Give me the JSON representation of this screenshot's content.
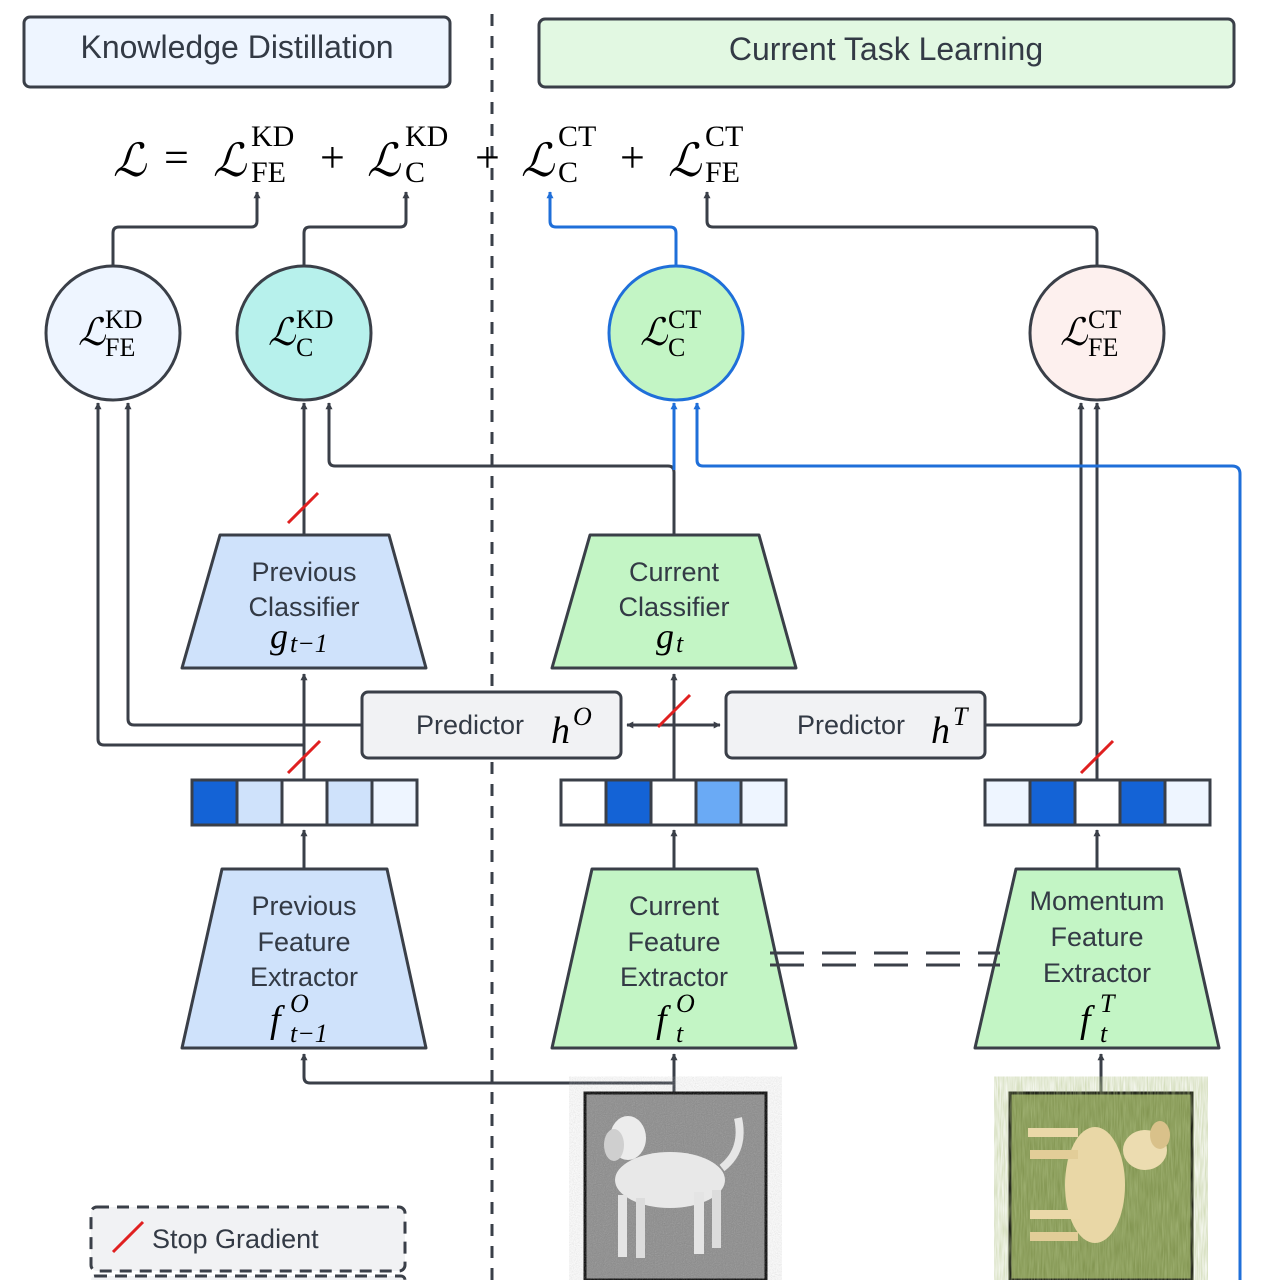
{
  "sections": {
    "left_title": "Knowledge Distillation",
    "right_title": "Current Task Learning"
  },
  "equation": {
    "lhs": "ℒ",
    "eq": "=",
    "plus": "+",
    "kd": "KD",
    "ct": "CT",
    "fe": "FE",
    "c": "C"
  },
  "loss_nodes": {
    "script": "ℒ",
    "kd": "KD",
    "ct": "CT",
    "fe": "FE",
    "c": "C"
  },
  "classifiers": {
    "previous": {
      "line1": "Previous",
      "line2": "Classifier",
      "sym": "g",
      "sub": "t−1"
    },
    "current": {
      "line1": "Current",
      "line2": "Classifier",
      "sym": "g",
      "sub": "t"
    }
  },
  "predictors": {
    "left": {
      "label": "Predictor",
      "sym": "h",
      "sup": "O"
    },
    "right": {
      "label": "Predictor",
      "sym": "h",
      "sup": "T"
    }
  },
  "extractors": {
    "previous": {
      "line1": "Previous",
      "line2": "Feature",
      "line3": "Extractor",
      "sym": "f",
      "sup": "O",
      "sub": "t−1"
    },
    "current": {
      "line1": "Current",
      "line2": "Feature",
      "line3": "Extractor",
      "sym": "f",
      "sup": "O",
      "sub": "t"
    },
    "momentum": {
      "line1": "Momentum",
      "line2": "Feature",
      "line3": "Extractor",
      "sym": "f",
      "sup": "T",
      "sub": "t"
    }
  },
  "legend": {
    "stop_gradient": "Stop Gradient"
  },
  "colors": {
    "kd_box": "#eef5ff",
    "ct_box": "#e2f8e2",
    "blue_trap": "#cfe2fb",
    "green_trap": "#c3f5c5",
    "teal_node": "#b7f1ec",
    "blue_arrow": "#1f6fd9",
    "dark_line": "#3a3f48",
    "stop_red": "#e02020"
  },
  "feature_vectors": {
    "previous": [
      "#1463d6",
      "#cfe2fb",
      "#ffffff",
      "#cfe2fb",
      "#eef5ff"
    ],
    "current": [
      "#ffffff",
      "#1463d6",
      "#ffffff",
      "#6aaaf5",
      "#eef5ff"
    ],
    "momentum": [
      "#eef5ff",
      "#1463d6",
      "#ffffff",
      "#1463d6",
      "#eef5ff"
    ]
  }
}
